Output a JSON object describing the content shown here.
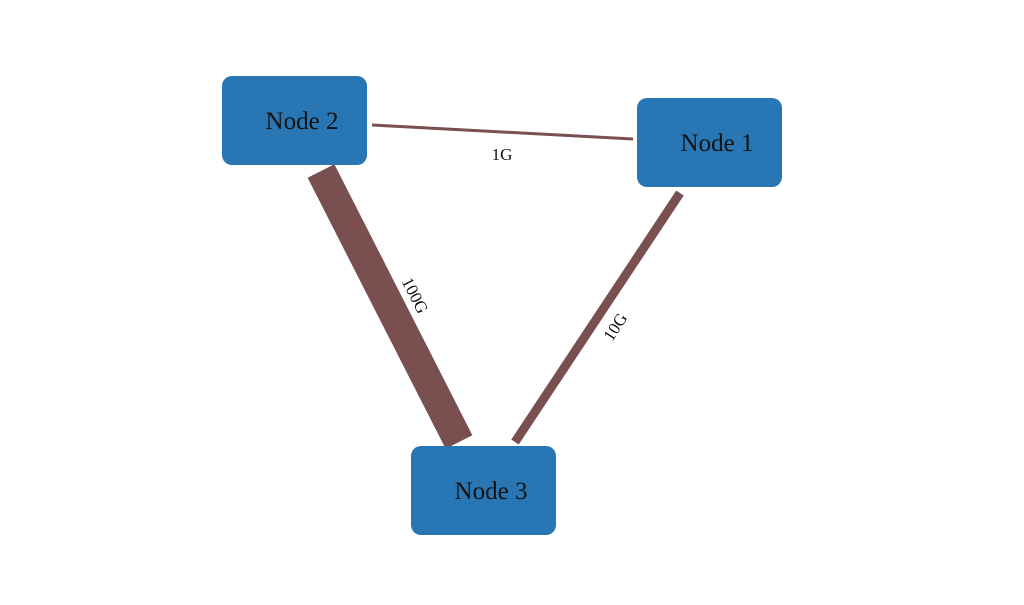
{
  "colors": {
    "node_fill": "#2877b4",
    "edge_stroke": "#7a4f50",
    "label_text": "#111111",
    "background": "#ffffff"
  },
  "nodes": [
    {
      "id": "node-1",
      "label": "Node 1"
    },
    {
      "id": "node-2",
      "label": "Node 2"
    },
    {
      "id": "node-3",
      "label": "Node 3"
    }
  ],
  "edges": [
    {
      "id": "edge-node2-node1",
      "from": "Node 2",
      "to": "Node 1",
      "label": "1G"
    },
    {
      "id": "edge-node2-node3",
      "from": "Node 2",
      "to": "Node 3",
      "label": "100G"
    },
    {
      "id": "edge-node1-node3",
      "from": "Node 1",
      "to": "Node 3",
      "label": "10G"
    }
  ]
}
